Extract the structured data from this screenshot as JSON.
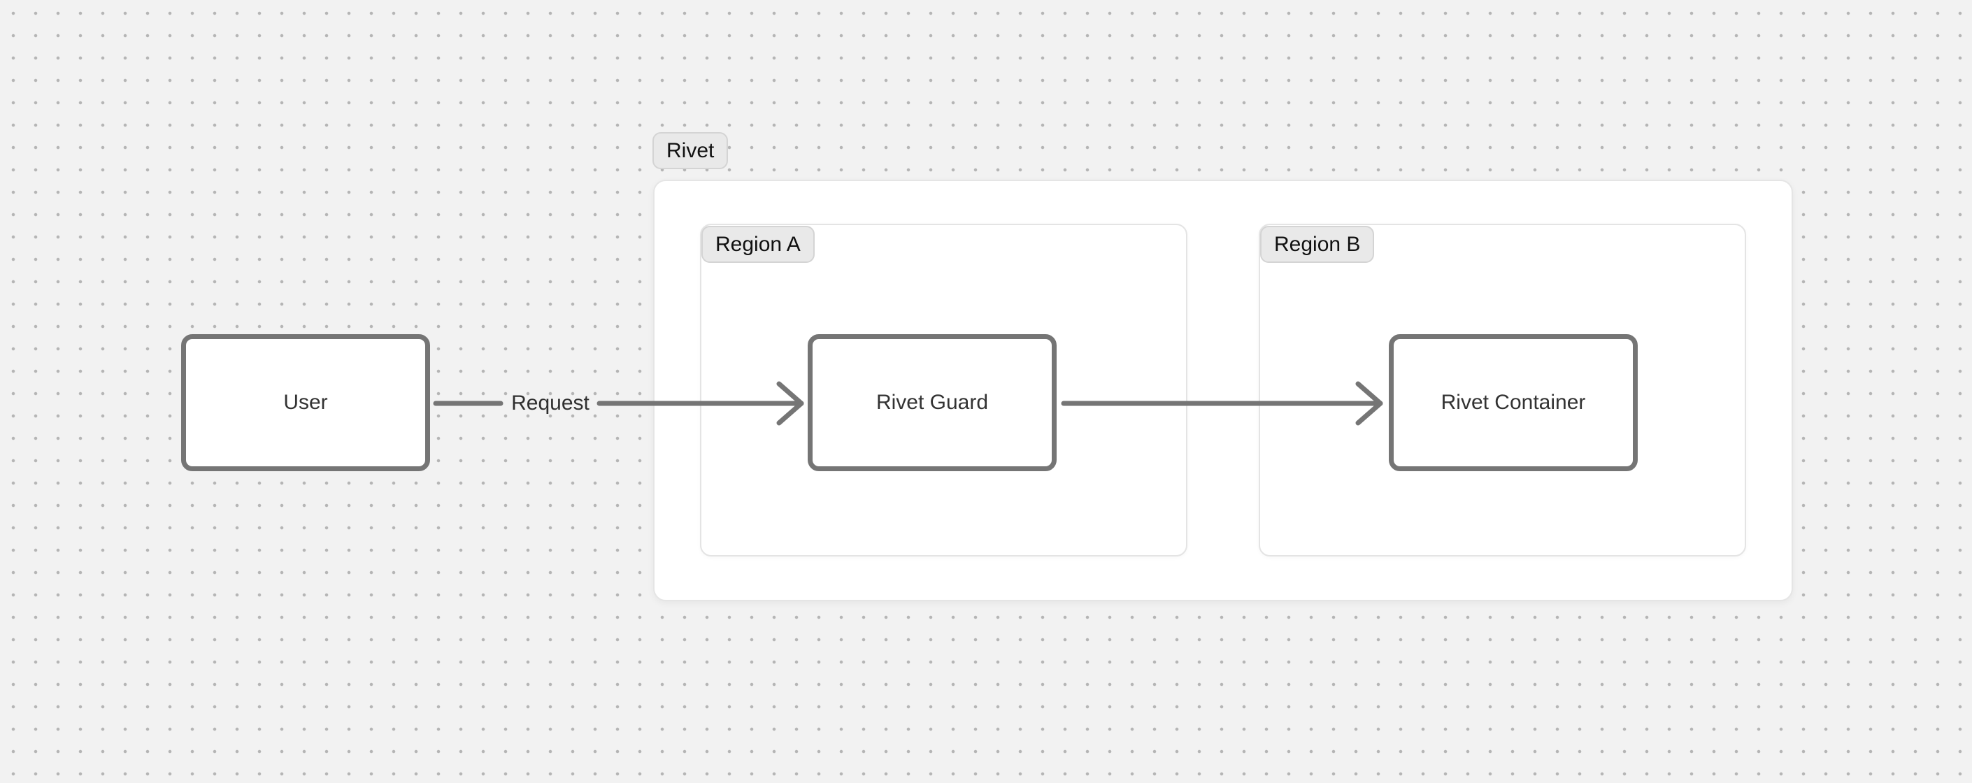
{
  "groups": {
    "rivet": {
      "label": "Rivet"
    },
    "region_a": {
      "label": "Region A"
    },
    "region_b": {
      "label": "Region B"
    }
  },
  "nodes": {
    "user": {
      "label": "User"
    },
    "rivet_guard": {
      "label": "Rivet Guard"
    },
    "rivet_container": {
      "label": "Rivet Container"
    }
  },
  "edges": {
    "user_to_guard": {
      "label": "Request"
    }
  },
  "colors": {
    "canvas_bg": "#f2f2f2",
    "dot_color": "#b5b5b5",
    "node_border": "#757575",
    "node_bg": "#ffffff",
    "node_text": "#333333",
    "arrow_color": "#757575",
    "frame_bg": "#ffffff",
    "frame_border": "#e5e5e5",
    "chip_bg": "#e9e9e9",
    "chip_border": "#d4d4d4",
    "chip_text": "#111111",
    "edge_label_text": "#2f2f2f"
  }
}
